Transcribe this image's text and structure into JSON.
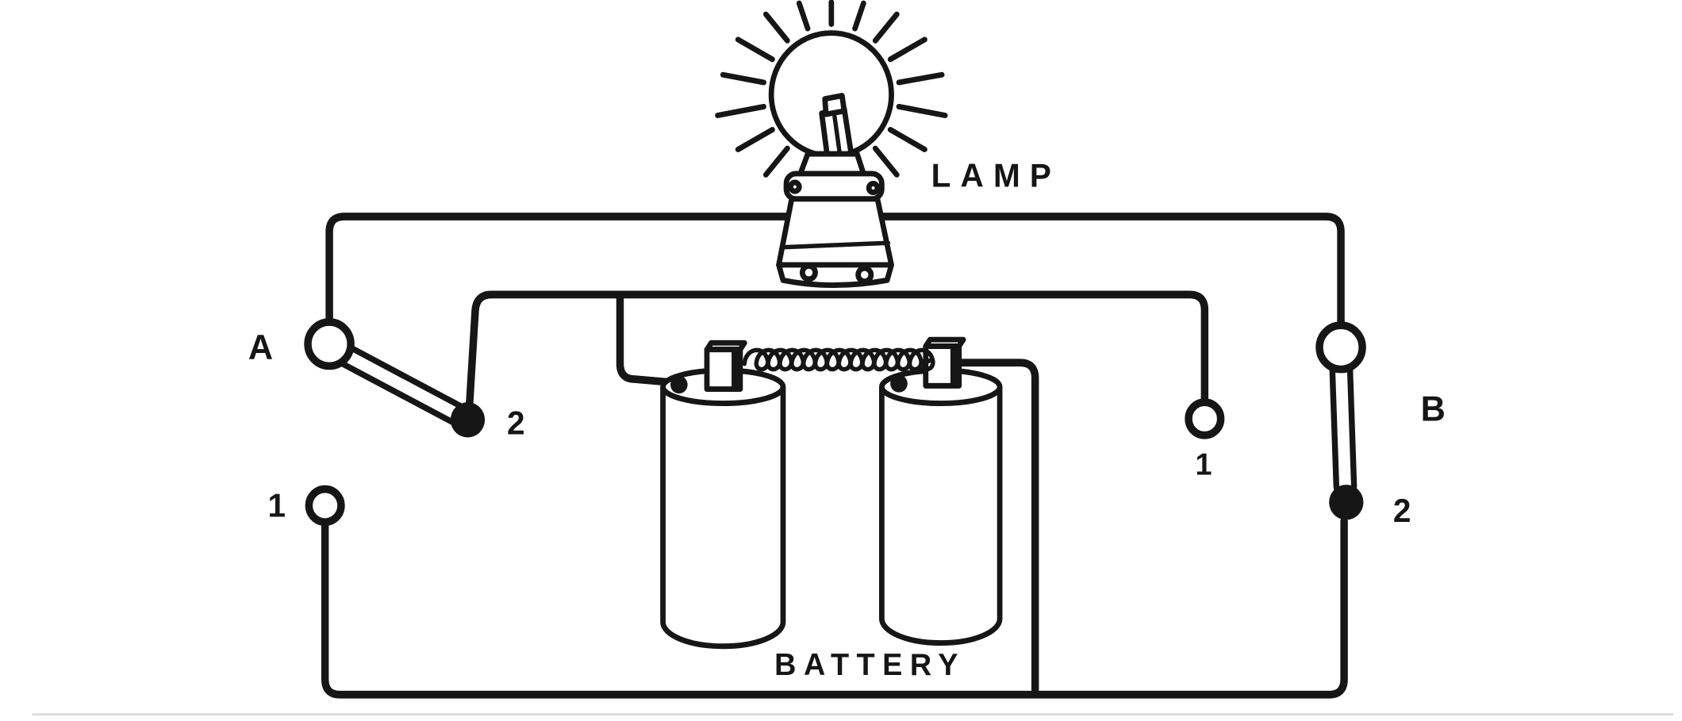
{
  "colors": {
    "ink": "#161616",
    "paper": "#ffffff"
  },
  "figure": {
    "lamp_label": "LAMP",
    "battery_label": "BATTERY",
    "switch_a": {
      "name": "A",
      "contact_1": "1",
      "contact_2": "2"
    },
    "switch_b": {
      "name": "B",
      "contact_1": "1",
      "contact_2": "2"
    }
  }
}
